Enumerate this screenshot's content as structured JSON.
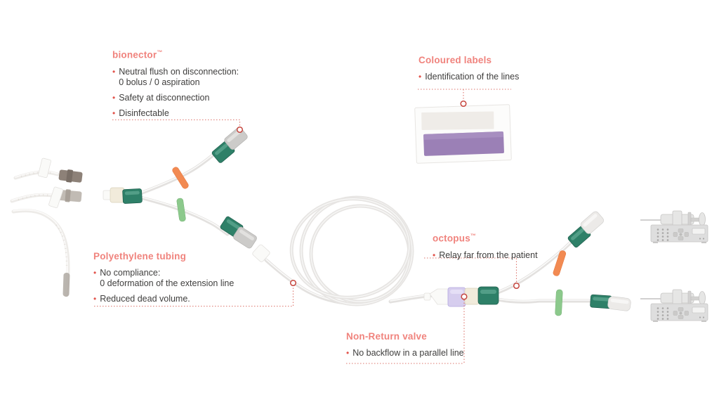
{
  "ui": {
    "bullet_char": "•"
  },
  "colors": {
    "heading_red": "#f0837d",
    "bullet_red": "#e2544c",
    "body_text": "#3f3e3d",
    "leader_red": "#dd766e",
    "marker_red": "#c6453d",
    "tube_gray": "#e3e1df",
    "green_connector": "#2e8068",
    "green_clamp": "#8cc98c",
    "orange_clamp": "#f28a52",
    "label_purple": "#9b80b6",
    "pump_gray": "#dedede"
  },
  "figure": {
    "bionector": {
      "title": "bionector",
      "trademark": "™",
      "bullets": [
        {
          "lines": [
            "Neutral flush on disconnection:",
            "0 bolus / 0 aspiration"
          ]
        },
        {
          "lines": [
            "Safety at disconnection"
          ]
        },
        {
          "lines": [
            "Disinfectable"
          ]
        }
      ]
    },
    "coloured_labels": {
      "title": "Coloured labels",
      "bullets": [
        {
          "lines": [
            "Identification of the lines"
          ]
        }
      ]
    },
    "polyethylene_tubing": {
      "title": "Polyethylene tubing",
      "bullets": [
        {
          "lines": [
            "No compliance:",
            "0 deformation of the extension line"
          ]
        },
        {
          "lines": [
            "Reduced dead volume."
          ]
        }
      ]
    },
    "octopus": {
      "title": "octopus",
      "trademark": "™",
      "bullets": [
        {
          "lines": [
            "Relay far from the patient"
          ]
        }
      ]
    },
    "non_return_valve": {
      "title": "Non-Return valve",
      "bullets": [
        {
          "lines": [
            "No backflow in a parallel line"
          ]
        }
      ]
    }
  }
}
